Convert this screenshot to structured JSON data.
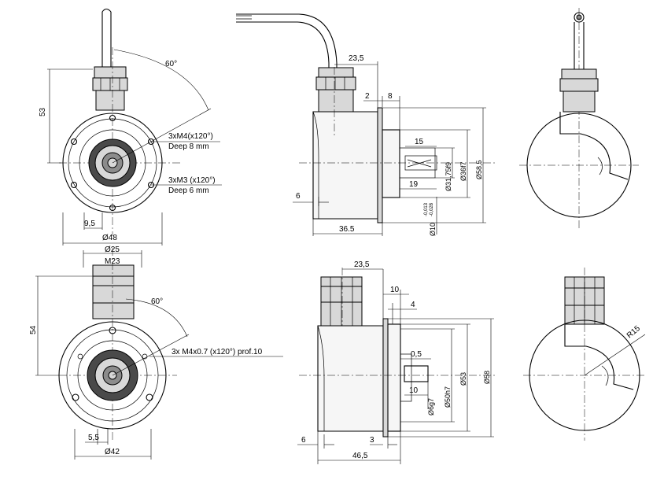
{
  "views": {
    "top_front": {
      "angle": "60°",
      "height": "53",
      "thread1_a": "3xM4(x120°)",
      "thread1_b": "Deep 8 mm",
      "thread2_a": "3xM3 (x120°)",
      "thread2_b": "Deep 6 mm",
      "offset": "9,5",
      "diameter": "Ø48"
    },
    "top_side": {
      "gland": "23,5",
      "d2": "2",
      "d8": "8",
      "d15": "15",
      "d19": "19",
      "dia_shaft": "Ø31,75f9",
      "dia_spigot": "Ø36f7",
      "dia_body": "Ø58,5",
      "dia_hole": "Ø10",
      "tol_upper": "-0,013",
      "tol_lower": "-0,028",
      "d6": "6",
      "length": "36.5"
    },
    "bottom_front": {
      "dia_gland": "Ø25",
      "thread": "M23",
      "angle": "60°",
      "height": "54",
      "holes": "3x M4x0.7 (x120°) prof.10",
      "offset": "5,5",
      "diameter": "Ø42"
    },
    "bottom_side": {
      "gland": "23,5",
      "d10": "10",
      "d4": "4",
      "d05": "0,5",
      "d10b": "10",
      "dia_shaft": "Ø6g7",
      "dia_spigot": "Ø50h7",
      "dia_flange": "Ø53",
      "dia_body": "Ø58",
      "d6": "6",
      "d3": "3",
      "length": "46,5"
    },
    "bottom_back": {
      "radius": "R15"
    }
  }
}
